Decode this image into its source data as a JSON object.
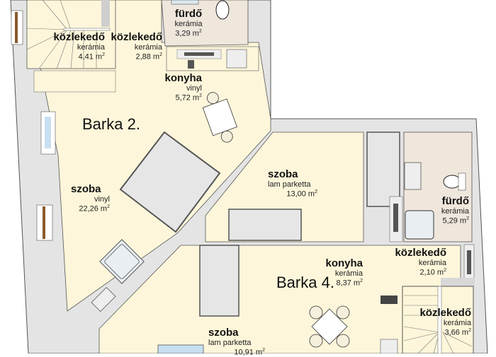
{
  "units": [
    {
      "name": "Barka 2."
    },
    {
      "name": "Barka 4."
    }
  ],
  "rooms": [
    {
      "name": "közlekedő",
      "floor": "kerámia",
      "area": "4,41 m",
      "unit": "Barka 2."
    },
    {
      "name": "közlekedő",
      "floor": "kerámia",
      "area": "2,88 m",
      "unit": "Barka 2."
    },
    {
      "name": "fürdő",
      "floor": "kerámia",
      "area": "3,29 m",
      "unit": "Barka 2."
    },
    {
      "name": "konyha",
      "floor": "vinyl",
      "area": "5,72 m",
      "unit": "Barka 2."
    },
    {
      "name": "szoba",
      "floor": "vinyl",
      "area": "22,26 m",
      "unit": "Barka 2."
    },
    {
      "name": "szoba",
      "floor": "lam parketta",
      "area": "13,00 m",
      "unit": "Barka 4."
    },
    {
      "name": "fürdő",
      "floor": "kerámia",
      "area": "5,29 m",
      "unit": "Barka 4."
    },
    {
      "name": "közlekedő",
      "floor": "kerámia",
      "area": "2,10 m",
      "unit": "Barka 4."
    },
    {
      "name": "konyha",
      "floor": "kerámia",
      "area": "8,37 m",
      "unit": "Barka 4."
    },
    {
      "name": "közlekedő",
      "floor": "kerámia",
      "area": "3,66 m",
      "unit": "Barka 4."
    },
    {
      "name": "szoba",
      "floor": "lam parketta",
      "area": "10,91 m",
      "unit": "Barka 4."
    }
  ],
  "area_unit_sup": "2",
  "colors": {
    "floor_cream": "#fdf6da",
    "floor_bath": "#efe6dc",
    "wall": "#e4e4e4",
    "wall_line": "#555555",
    "furniture": "#e6e6e6"
  }
}
